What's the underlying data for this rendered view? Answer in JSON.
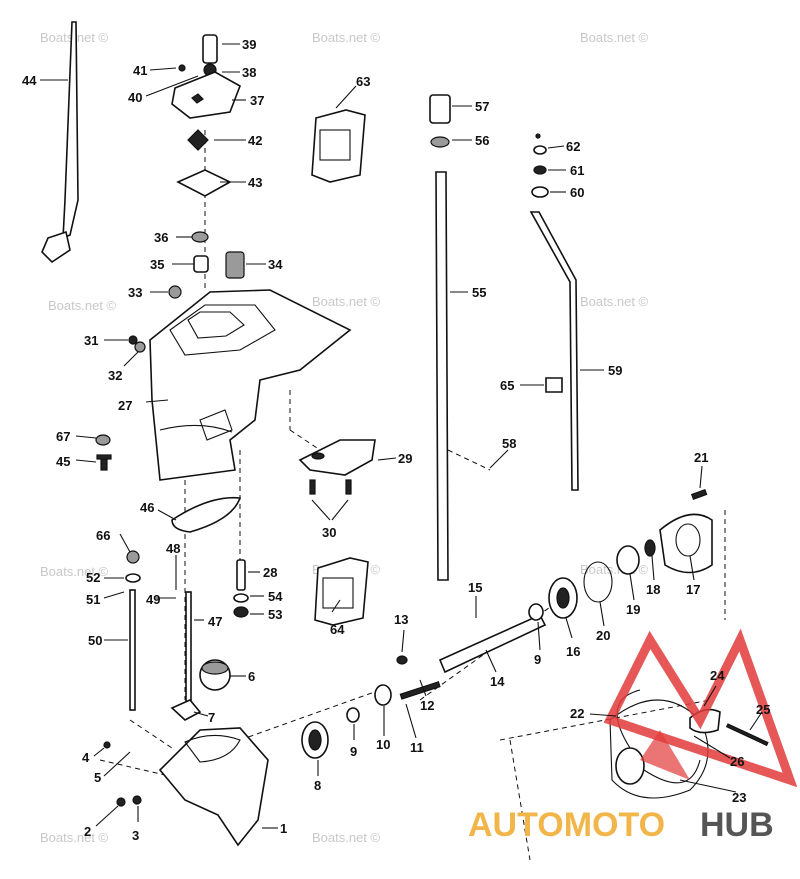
{
  "watermark": "Boats.net ©",
  "brand": {
    "left": "AUTOMOTO",
    "right": "HUB",
    "accent": "#e23b3b",
    "orange": "#f2b54a",
    "grey": "#555555"
  },
  "callouts": {
    "c1": "1",
    "c2": "2",
    "c3": "3",
    "c4": "4",
    "c5": "5",
    "c6": "6",
    "c7": "7",
    "c8": "8",
    "c9a": "9",
    "c9b": "9",
    "c10": "10",
    "c11": "11",
    "c12": "12",
    "c13": "13",
    "c14": "14",
    "c15": "15",
    "c16": "16",
    "c17": "17",
    "c18": "18",
    "c19": "19",
    "c20": "20",
    "c21": "21",
    "c22": "22",
    "c23": "23",
    "c24": "24",
    "c25": "25",
    "c26": "26",
    "c27": "27",
    "c28": "28",
    "c29": "29",
    "c30": "30",
    "c31": "31",
    "c32": "32",
    "c33": "33",
    "c34": "34",
    "c35": "35",
    "c36": "36",
    "c37": "37",
    "c38": "38",
    "c39": "39",
    "c40": "40",
    "c41": "41",
    "c42": "42",
    "c43": "43",
    "c44": "44",
    "c45": "45",
    "c46": "46",
    "c47": "47",
    "c48": "48",
    "c49": "49",
    "c50": "50",
    "c51": "51",
    "c52": "52",
    "c53": "53",
    "c54": "54",
    "c55": "55",
    "c56": "56",
    "c57": "57",
    "c58": "58",
    "c59": "59",
    "c60": "60",
    "c61": "61",
    "c62": "62",
    "c63": "63",
    "c64": "64",
    "c65": "65",
    "c66": "66",
    "c67": "67"
  }
}
